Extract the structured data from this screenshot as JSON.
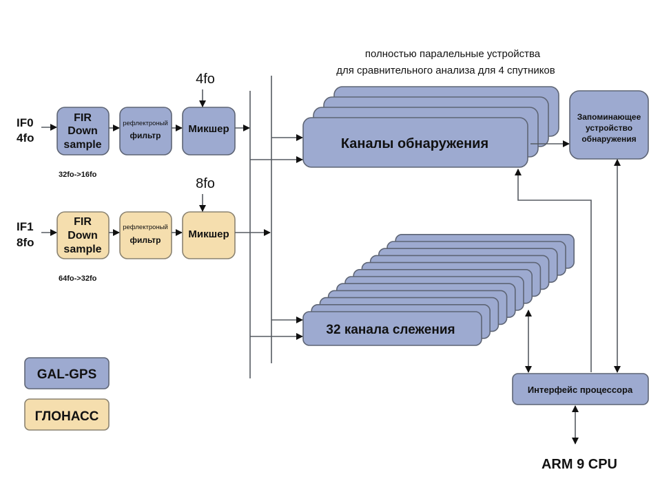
{
  "colors": {
    "gal_gps_block": "#9daad0",
    "glonass_block": "#f5deae",
    "block_border": "#5d6474",
    "connector": "#555a60",
    "text": "#111111"
  },
  "top_note": {
    "line1": "полностью паралельные устройства",
    "line2": "для сравнительного анализа для 4 спутников"
  },
  "path_if0": {
    "input_line1": "IF0",
    "input_line2": "4fo",
    "fir": [
      "FIR",
      "Down",
      "sample"
    ],
    "fir_note": "32fo->16fo",
    "filter_line1": "рефлектроный",
    "filter_line2": "фильтр",
    "mixer": "Микшер",
    "mixer_input": "4fo"
  },
  "path_if1": {
    "input_line1": "IF1",
    "input_line2": "8fo",
    "fir": [
      "FIR",
      "Down",
      "sample"
    ],
    "fir_note": "64fo->32fo",
    "filter_line1": "рефлектроный",
    "filter_line2": "фильтр",
    "mixer": "Микшер",
    "mixer_input": "8fo"
  },
  "acquisition": {
    "label": "Каналы обнаружения",
    "stack_count": 4
  },
  "memory": {
    "line1": "Запоминающее",
    "line2": "устройство",
    "line3": "обнаружения"
  },
  "tracking": {
    "label": "32 канала слежения",
    "stack_count": 12
  },
  "cpu_interface": {
    "label": "Интерфейс процессора"
  },
  "cpu": {
    "label": "ARM 9 CPU"
  },
  "legend": [
    {
      "label": "GAL-GPS",
      "color": "#9daad0"
    },
    {
      "label": "ГЛОНАСС",
      "color": "#f5deae"
    }
  ]
}
